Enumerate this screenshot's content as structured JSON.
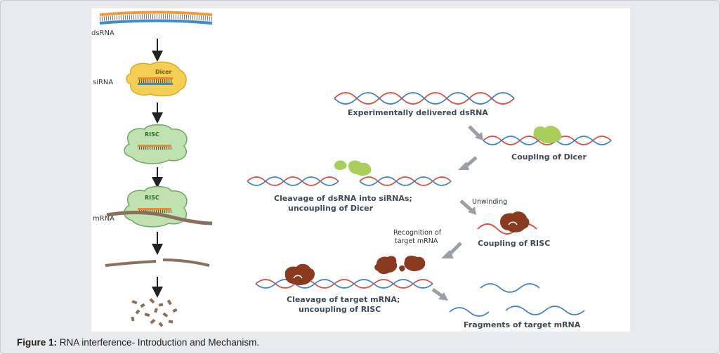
{
  "left_pathway": {
    "dsrna_label": "dsRNA",
    "sirna_label": "siRNA",
    "dicer_tag": "Dicer",
    "risc_tag_1": "RISC",
    "risc_tag_2": "RISC",
    "mrna_label": "mRNA"
  },
  "right_mechanism": {
    "step_delivered": "Experimentally delivered dsRNA",
    "step_coupling_dicer": "Coupling of Dicer",
    "step_cleavage_line1": "Cleavage of dsRNA into siRNAs;",
    "step_cleavage_line2": "uncoupling of Dicer",
    "step_unwinding": "Unwinding",
    "step_coupling_risc": "Coupling of RISC",
    "step_recognition_line1": "Recognition of",
    "step_recognition_line2": "target mRNA",
    "step_target_cleavage_line1": "Cleavage of target mRNA;",
    "step_target_cleavage_line2": "uncoupling of RISC",
    "step_fragments": "Fragments of target mRNA"
  },
  "caption": {
    "label": "Figure 1:",
    "text": " RNA interference- Introduction and Mechanism."
  },
  "colors": {
    "strand_red": "#e0463c",
    "strand_blue": "#3b7fd0",
    "dicer_green": "#a8cf5a",
    "risc_brown": "#8b3a22",
    "mrna_brown": "#8a6f5e",
    "arrow_grey": "#9aa0a6"
  }
}
